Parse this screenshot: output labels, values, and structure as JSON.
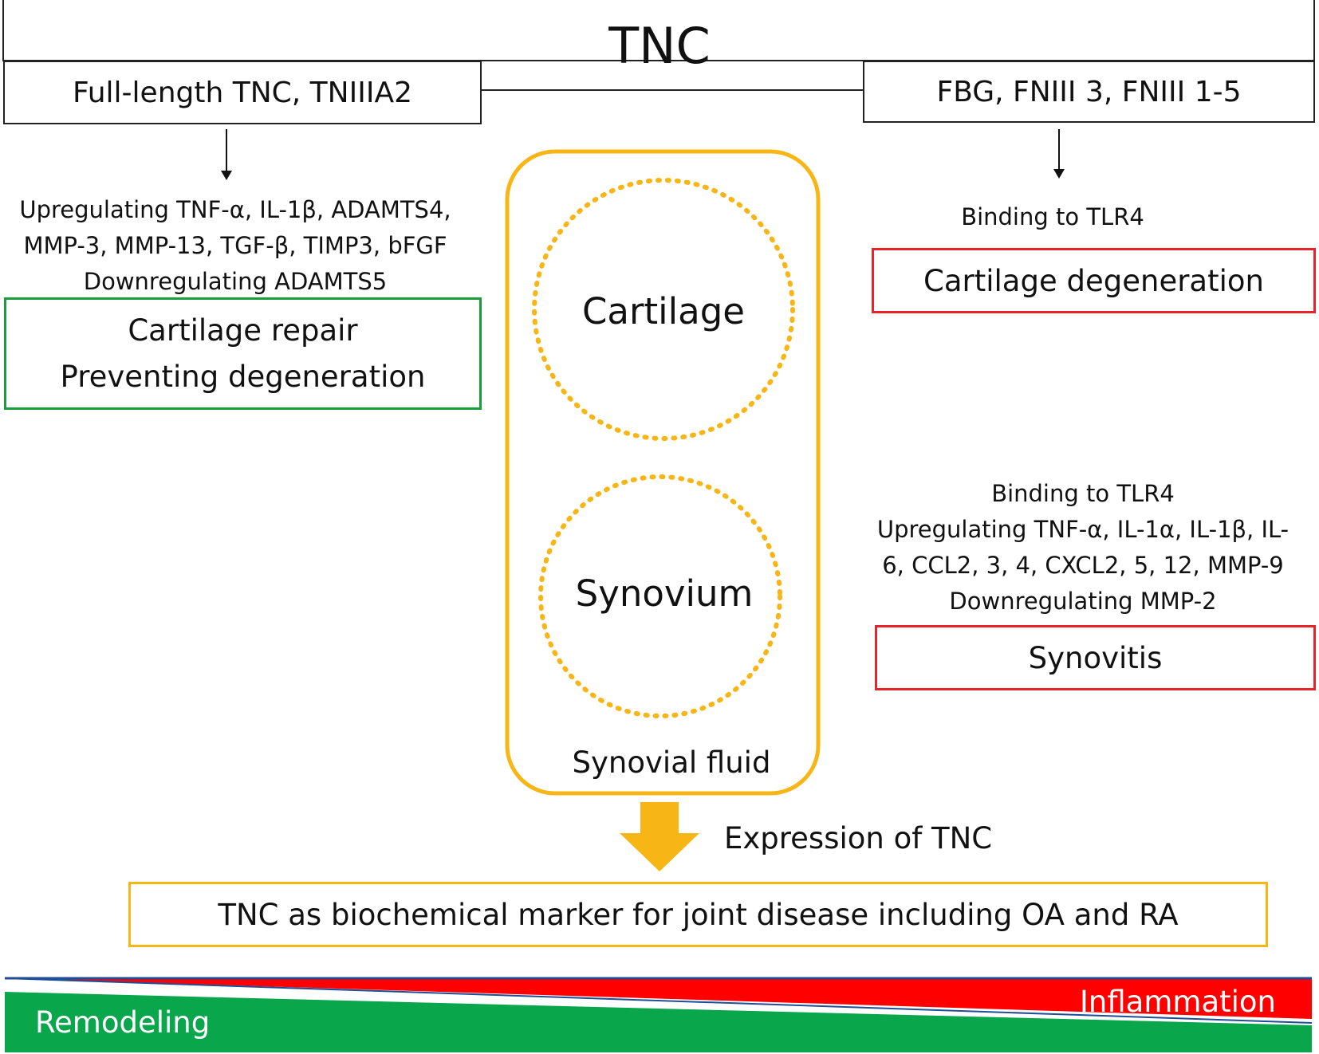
{
  "title": "TNC",
  "left_header": "Full-length TNC, TNIIIA2",
  "right_header": "FBG, FNIII 3, FNIII 1-5",
  "left_effects": [
    "Upregulating TNF-α, IL-1β, ADAMTS4,",
    "MMP-3, MMP-13, TGF-β, TIMP3, bFGF",
    "Downregulating ADAMTS5"
  ],
  "left_outcome": [
    "Cartilage repair",
    "Preventing degeneration"
  ],
  "right_top_effect": "Binding to TLR4",
  "right_top_outcome": "Cartilage degeneration",
  "right_bottom_effects": [
    "Binding to TLR4",
    "Upregulating TNF-α, IL-1α, IL-1β, IL-",
    "6, CCL2, 3, 4, CXCL2, 5, 12, MMP-9",
    "Downregulating MMP-2"
  ],
  "right_bottom_outcome": "Synovitis",
  "joint": {
    "cartilage": "Cartilage",
    "synovium": "Synovium",
    "fluid": "Synovial fluid"
  },
  "expression_label": "Expression of TNC",
  "marker_text": "TNC as biochemical marker for joint disease including OA and RA",
  "gradient": {
    "left": "Remodeling",
    "right": "Inflammation"
  },
  "colors": {
    "green": "#1a9e3a",
    "red": "#e8232a",
    "orange": "#f7b516",
    "blue": "#1f4e96",
    "gradient_green": "#0aa64c",
    "gradient_red": "#ff0000"
  }
}
